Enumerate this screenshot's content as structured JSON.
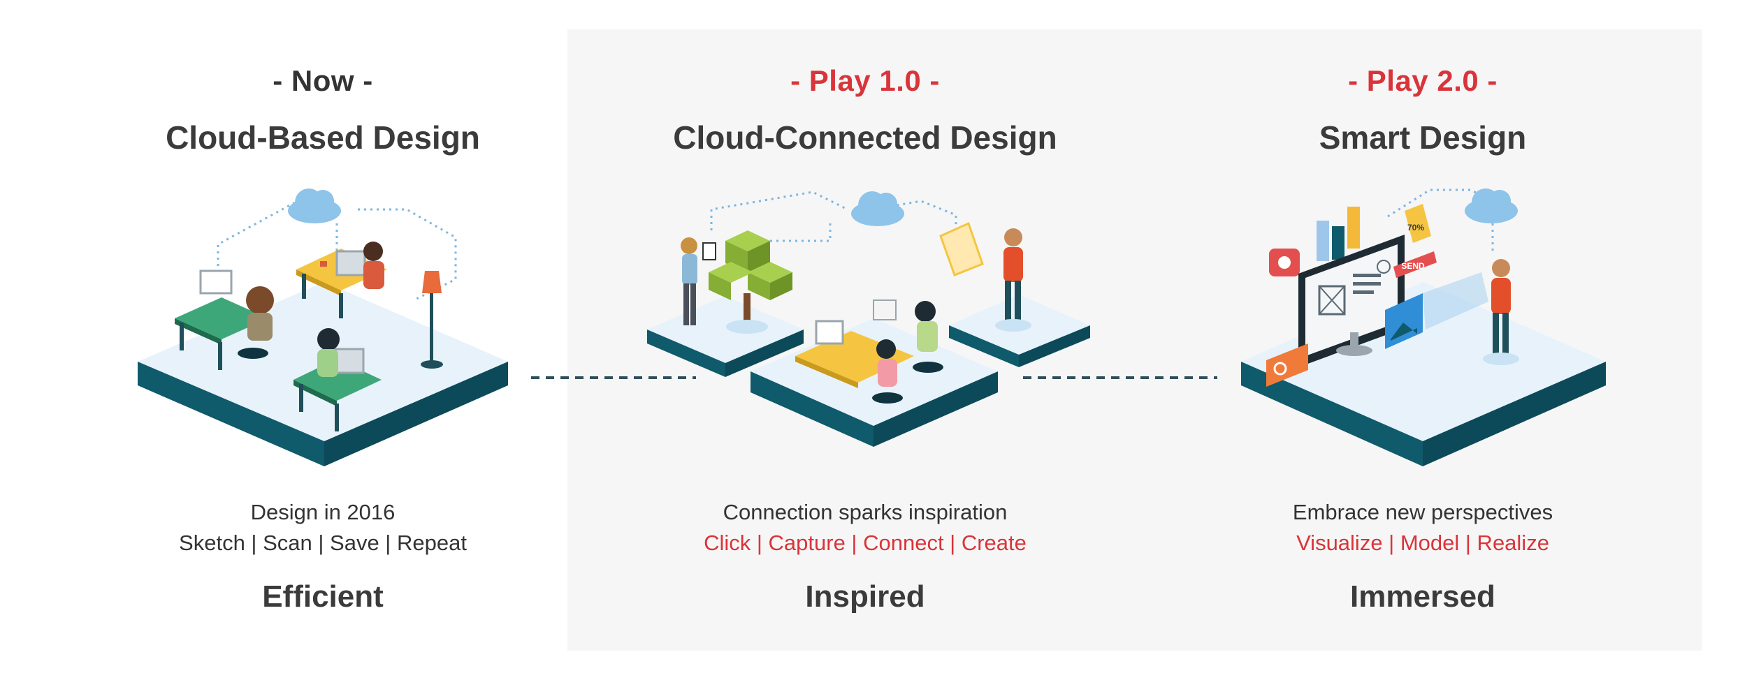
{
  "columns": [
    {
      "era": "- Now -",
      "heading": "Cloud-Based Design",
      "description": "Design in 2016",
      "tags": "Sketch | Scan | Save | Repeat",
      "result": "Efficient",
      "illustration_icon": "office-desks-cloud-illustration"
    },
    {
      "era": "- Play 1.0 -",
      "heading": "Cloud-Connected Design",
      "description": "Connection sparks inspiration",
      "tags": "Click | Capture | Connect | Create",
      "result": "Inspired",
      "illustration_icon": "connected-team-cloud-illustration"
    },
    {
      "era": "- Play 2.0 -",
      "heading": "Smart Design",
      "description": "Embrace new perspectives",
      "tags": "Visualize | Model | Realize",
      "result": "Immersed",
      "illustration_icon": "smart-screen-cloud-illustration"
    }
  ],
  "badge_text": "70%",
  "send_text": "SEND",
  "colors": {
    "accent_red": "#d9343a",
    "platform_top": "#e8f2fb",
    "platform_side": "#0f5a6b",
    "cloud": "#8ec3ea",
    "panel_bg": "#f6f6f6"
  }
}
